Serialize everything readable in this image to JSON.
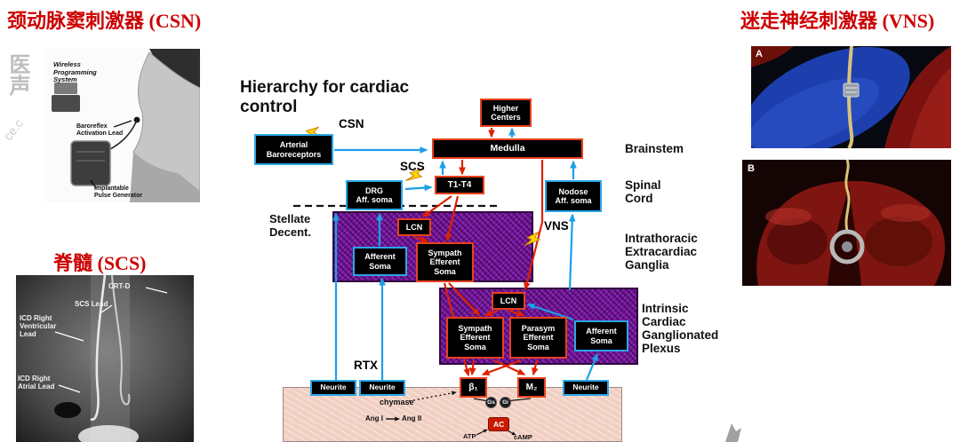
{
  "titles": {
    "csn": "颈动脉窦刺激器 (CSN)",
    "scs": "脊髓 (SCS)",
    "vns": "迷走神经刺激器 (VNS)"
  },
  "watermark": {
    "text": "医声",
    "arc": "ce.c"
  },
  "csn_figure": {
    "wireless": "Wireless\nProgramming\nSystem",
    "baroreflex": "Baroreflex\nActivation Lead",
    "ipg": "Implantable\nPulse Generator"
  },
  "xray_figure": {
    "crtd": "CRT-D",
    "scs_lead": "SCS Lead",
    "icd_rv": "ICD Right\nVentricular\nLead",
    "icd_ra": "ICD Right\nAtrial Lead"
  },
  "diagram": {
    "title": "Hierarchy for cardiac\ncontrol",
    "stellate": "Stellate\nDecent.",
    "stimulators": {
      "csn": "CSN",
      "scs": "SCS",
      "vns": "VNS",
      "rtx": "RTX"
    },
    "boxes": {
      "arterial": "Arterial\nBaroreceptors",
      "higher": "Higher\nCenters",
      "medulla": "Medulla",
      "t1t4": "T1-T4",
      "drg": "DRG\nAff. soma",
      "nodose": "Nodose\nAff. soma",
      "lcn1": "LCN",
      "aff1": "Afferent\nSoma",
      "symp1": "Sympath\nEfferent\nSoma",
      "lcn2": "LCN",
      "symp2": "Sympath\nEfferent\nSoma",
      "parasym": "Parasym\nEfferent\nSoma",
      "aff2": "Afferent\nSoma",
      "neur1": "Neurite",
      "neur2": "Neurite",
      "neur3": "Neurite",
      "beta1": "β₁",
      "m2": "M₂"
    },
    "regions": {
      "brainstem": "Brainstem",
      "spinal": "Spinal\nCord",
      "intrathoracic": "Intrathoracic\nExtracardiac\nGanglia",
      "intrinsic": "Intrinsic\nCardiac\nGanglionated\nPlexus"
    },
    "bottom": {
      "chymase": "chymase",
      "ang1": "Ang I",
      "ang2": "Ang II",
      "gs": "Gs",
      "gi": "Gi",
      "ac": "AC",
      "atp": "ATP",
      "camp": "cAMP"
    }
  },
  "vns_figure": {
    "label_a": "A",
    "label_b": "B"
  },
  "colors": {
    "accent_red_title": "#cc0000",
    "arrow_blue": "#1b9fe8",
    "arrow_red": "#e02000",
    "bolt_yellow": "#ffd800",
    "purple_region": "#7a14a4",
    "pink_region": "#f1cfc2"
  }
}
